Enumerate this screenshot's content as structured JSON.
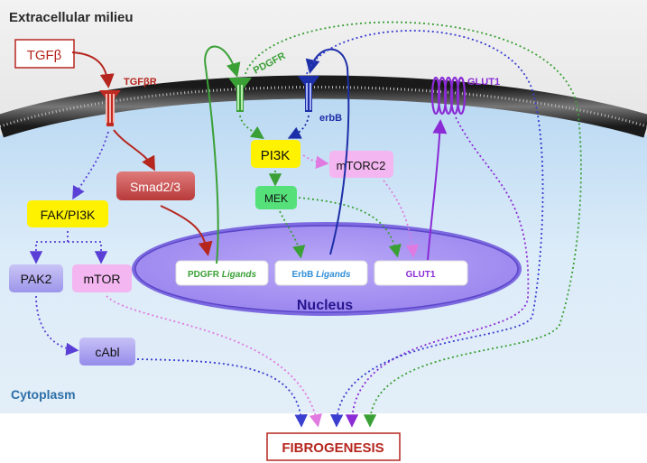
{
  "regions": {
    "extracellular": "Extracellular milieu",
    "cytoplasm": "Cytoplasm",
    "nucleus": "Nucleus"
  },
  "receptors": {
    "tgfbr": "TGFβR",
    "pdgfr": "PDGFR",
    "erbb": "erbB",
    "glut1": "GLUT1"
  },
  "ligand": "TGFβ",
  "nodes": {
    "smad": "Smad2/3",
    "fak": "FAK/PI3K",
    "pak2": "PAK2",
    "mtor": "mTOR",
    "cabl": "cAbl",
    "pi3k": "PI3K",
    "mtorc2": "mTORC2",
    "mek": "MEK"
  },
  "genes": {
    "pdgfr_prefix": "PDGFR",
    "pdgfr_suffix": "Ligands",
    "erbb_prefix": "ErbB",
    "erbb_suffix": "Ligands",
    "glut1": "GLUT1"
  },
  "outcome": "FIBROGENESIS",
  "colors": {
    "tgf": "#b5261e",
    "pdgfr": "#3aa036",
    "erbb": "#1d2fa8",
    "glut1": "#8a2bd6",
    "pi3k_box": "#fff200",
    "mtorc2_box": "#f3b6f0",
    "mek_box": "#55e07a",
    "nucleus_fill": "#a894f2",
    "nucleus_text": "#27168f",
    "cytoplasm": "#cfe4f5"
  }
}
